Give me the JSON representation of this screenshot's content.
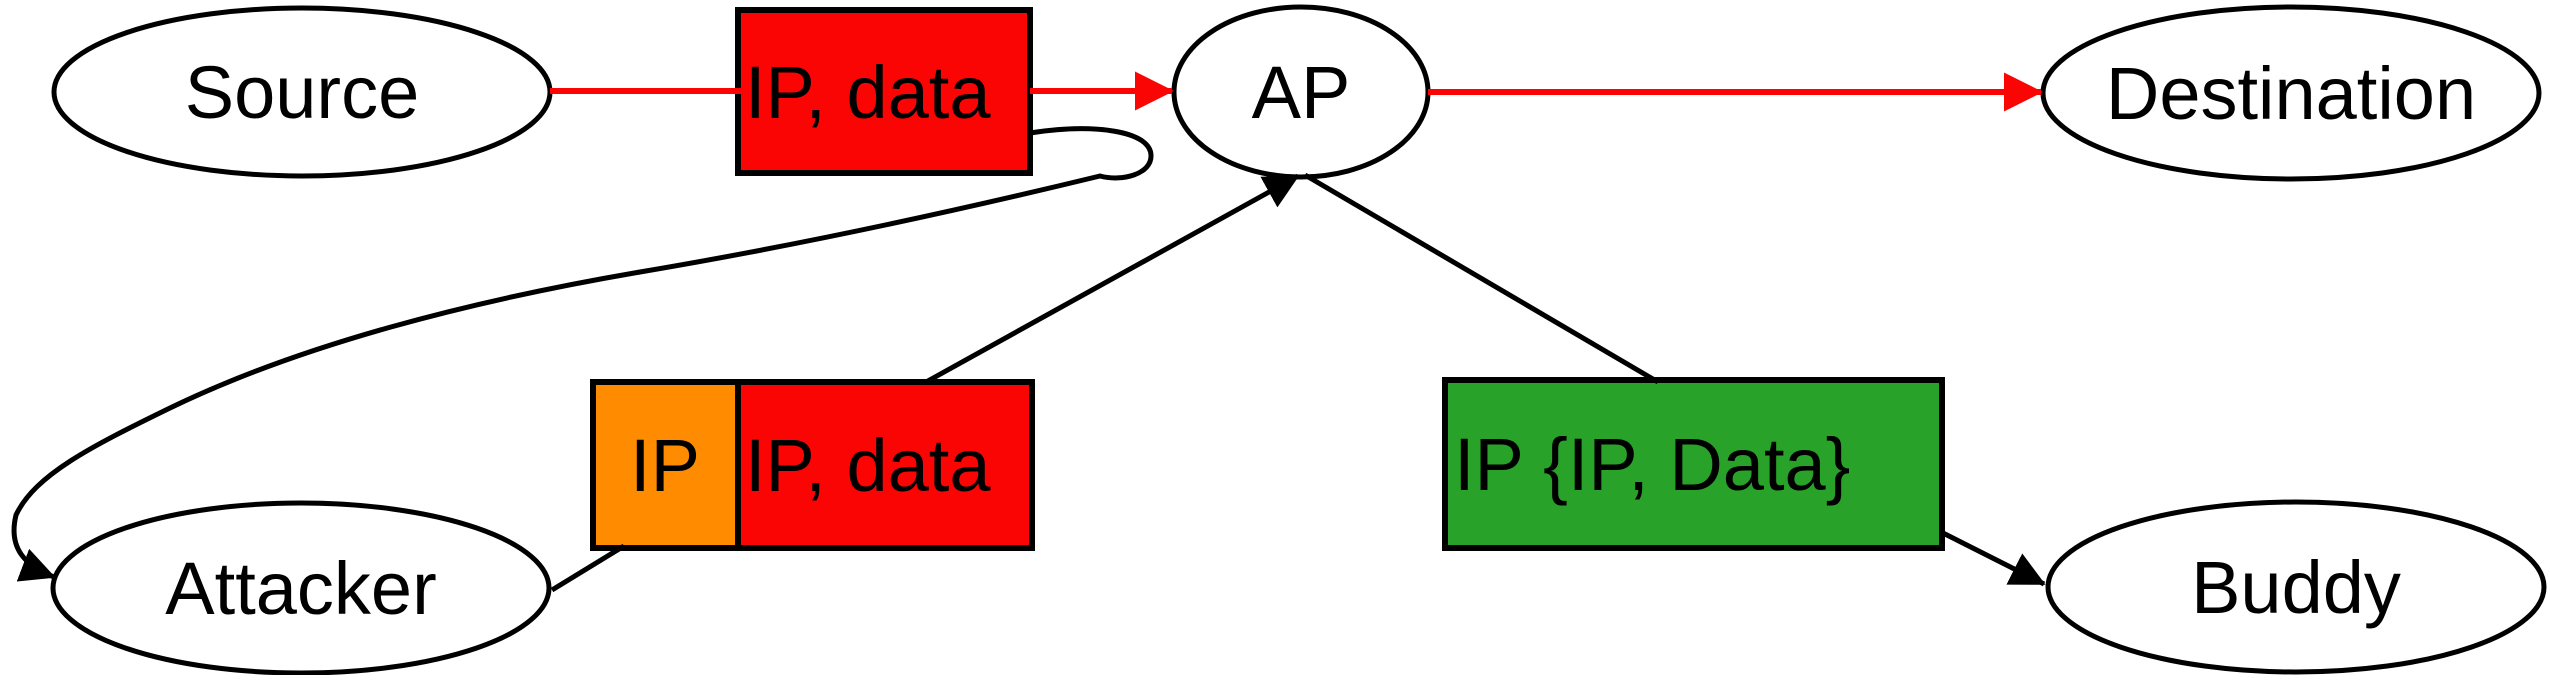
{
  "title": "Replay attack network diagram",
  "colors": {
    "flow_red": "#fb0404",
    "packet_red": "#fb0404",
    "packet_orange": "#ff8c00",
    "packet_green": "#28a228",
    "line_black": "#000000",
    "node_fill": "#ffffff"
  },
  "nodes": {
    "source": {
      "label": "Source"
    },
    "ap": {
      "label": "AP"
    },
    "destination": {
      "label": "Destination"
    },
    "attacker": {
      "label": "Attacker"
    },
    "buddy": {
      "label": "Buddy"
    }
  },
  "packets": {
    "original": {
      "label": "IP, data"
    },
    "replay_header": {
      "label": "IP"
    },
    "replay_payload": {
      "label": "IP, data"
    },
    "encapsulated": {
      "label": "IP {IP, Data}"
    }
  }
}
